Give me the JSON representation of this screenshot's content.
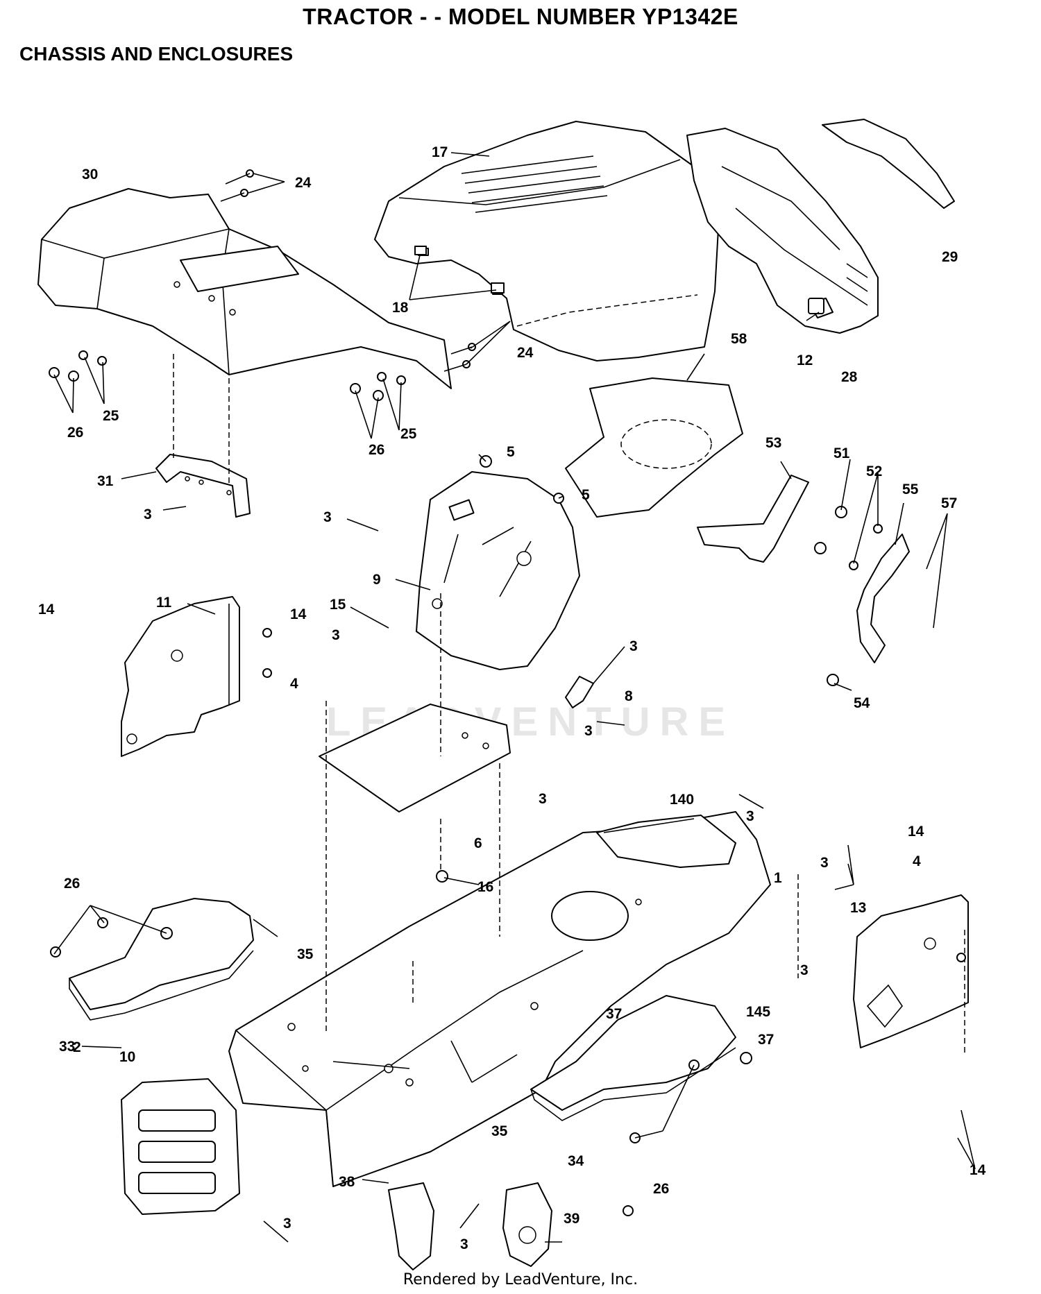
{
  "header": {
    "title": "TRACTOR - - MODEL NUMBER YP1342E",
    "subtitle": "CHASSIS AND ENCLOSURES"
  },
  "watermark": "LEADVENTURE",
  "footer": "Rendered by LeadVenture, Inc.",
  "callouts": {
    "c30": "30",
    "c24a": "24",
    "c17": "17",
    "c18": "18",
    "c29": "29",
    "c12": "12",
    "c28": "28",
    "c24b": "24",
    "c25a": "25",
    "c26a": "26",
    "c25b": "25",
    "c26b": "26",
    "c58": "58",
    "c5a": "5",
    "c5b": "5",
    "c31": "31",
    "c3a": "3",
    "c3b": "3",
    "c9": "9",
    "c53": "53",
    "c51": "51",
    "c52": "52",
    "c55": "55",
    "c57": "57",
    "c11": "11",
    "c14a": "14",
    "c14b": "14",
    "c4a": "4",
    "c15": "15",
    "c3c": "3",
    "c8": "8",
    "c54": "54",
    "c3d": "3",
    "c3e": "3",
    "c6": "6",
    "c3f": "3",
    "c140": "140",
    "c3g": "3",
    "c3h": "3",
    "c16": "16",
    "c1": "1",
    "c14c": "14",
    "c4b": "4",
    "c13": "13",
    "c26c": "26",
    "c35a": "35",
    "c3i": "3",
    "c33": "33",
    "c10": "10",
    "c37a": "37",
    "c145": "145",
    "c37b": "37",
    "c2": "2",
    "c35b": "35",
    "c34": "34",
    "c26d": "26",
    "c14d": "14",
    "c38": "38",
    "c3j": "3",
    "c3k": "3",
    "c39": "39"
  }
}
